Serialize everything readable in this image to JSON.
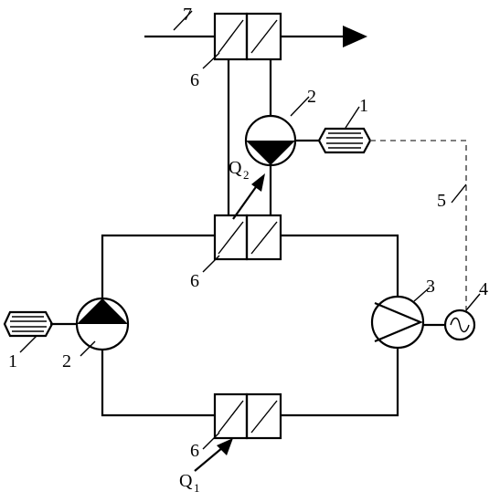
{
  "labels": {
    "motor": "1",
    "pump": "2",
    "turbine": "3",
    "generator": "4",
    "control_link": "5",
    "heat_exchanger": "6",
    "process_stream": "7",
    "heat_out": "Q",
    "heat_out_sub": "2",
    "heat_in": "Q",
    "heat_in_sub": "1"
  },
  "colors": {
    "line": "#000000",
    "dashed": "#555555",
    "background": "#ffffff"
  }
}
